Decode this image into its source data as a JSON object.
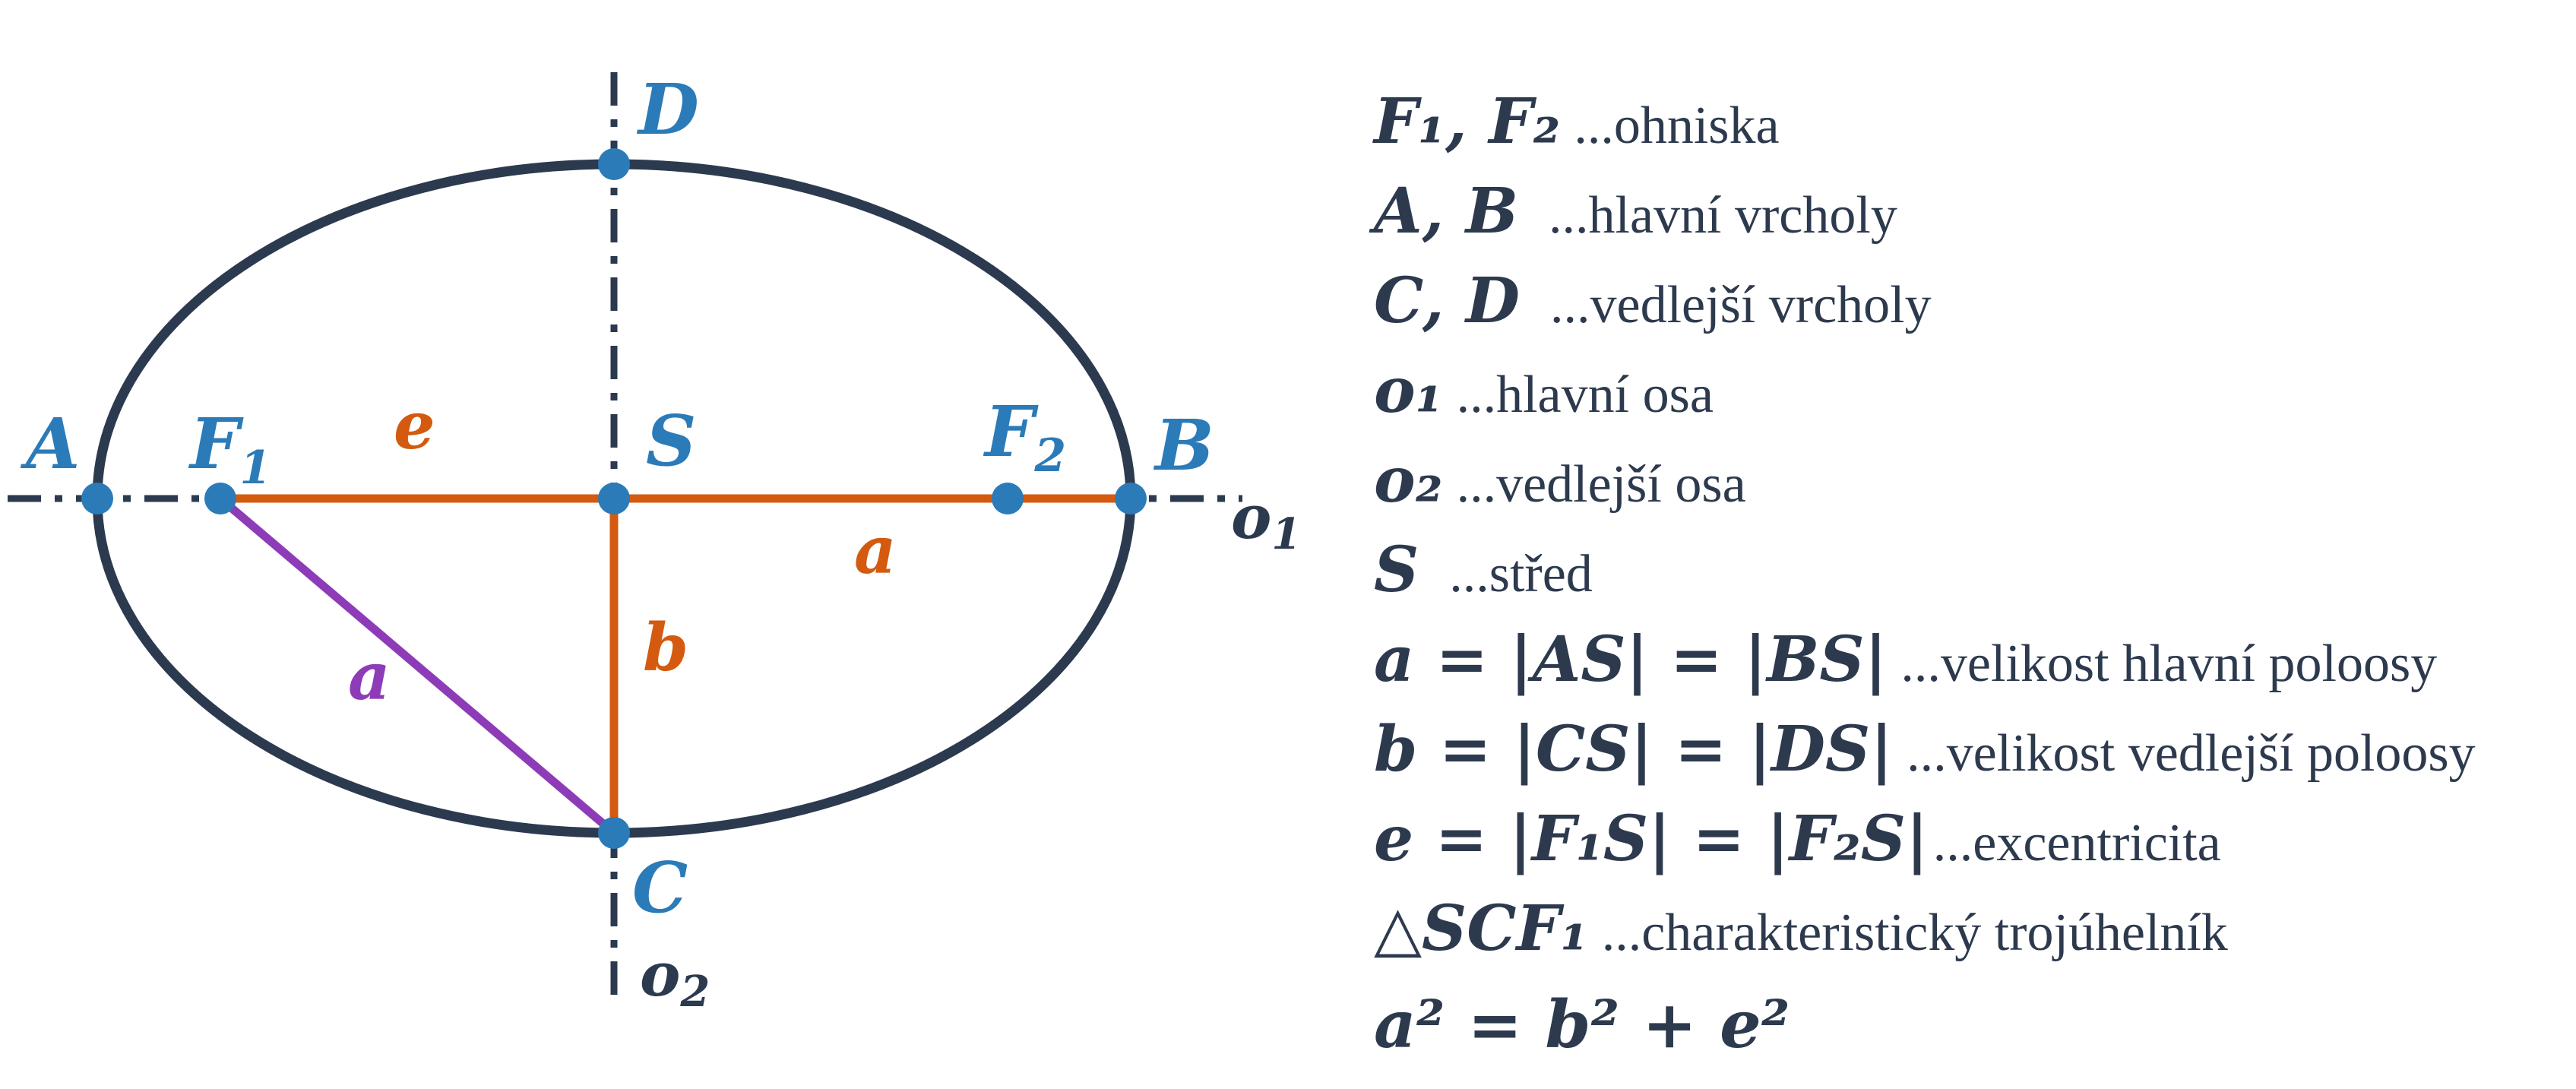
{
  "colors": {
    "ellipse": "#2c3a4f",
    "axis": "#2c3a4f",
    "point": "#2b7bb9",
    "orange": "#d35a0f",
    "purple": "#8e3bb8",
    "text": "#2d3a4e"
  },
  "diagram": {
    "points": {
      "A": "A",
      "B": "B",
      "C": "C",
      "D": "D",
      "S": "S",
      "F1_main": "F",
      "F1_sub": "1",
      "F2_main": "F",
      "F2_sub": "2"
    },
    "segments": {
      "e": "e",
      "a_axis": "a",
      "b": "b",
      "a_hyp": "a"
    },
    "axes": {
      "o1_main": "o",
      "o1_sub": "1",
      "o2_main": "o",
      "o2_sub": "2"
    }
  },
  "legend": [
    {
      "symbol": "F₁, F₂",
      "desc": "...ohniska"
    },
    {
      "symbol": "A, B",
      "desc": "...hlavní vrcholy"
    },
    {
      "symbol": "C, D",
      "desc": "...vedlejší vrcholy"
    },
    {
      "symbol": "o₁",
      "desc": "...hlavní osa"
    },
    {
      "symbol": "o₂",
      "desc": "...vedlejší osa"
    },
    {
      "symbol": "S",
      "desc": "...střed"
    },
    {
      "symbol": "a = |AS| = |BS|",
      "desc": "...velikost hlavní poloosy"
    },
    {
      "symbol": "b = |CS| = |DS|",
      "desc": "...velikost vedlejší poloosy"
    },
    {
      "symbol": "e = |F₁S| = |F₂S|",
      "desc": "...excentricita"
    },
    {
      "symbol": "△SCF₁",
      "desc": "...charakteristický trojúhelník"
    },
    {
      "symbol": "a² = b² + e²",
      "desc": ""
    }
  ]
}
